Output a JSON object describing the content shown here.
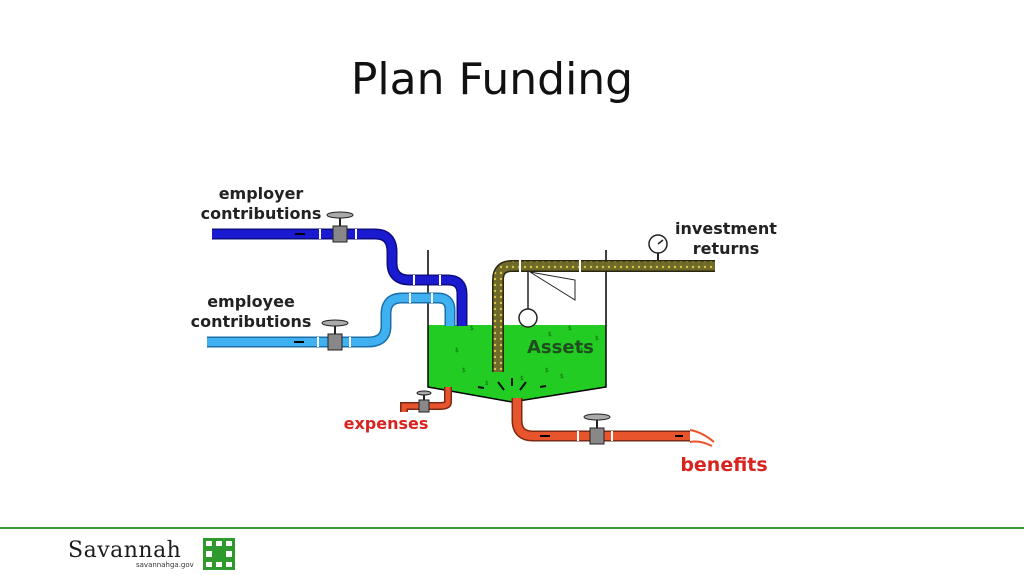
{
  "slide": {
    "title": "Plan Funding"
  },
  "diagram": {
    "labels": {
      "employer_line1": "employer",
      "employer_line2": "contributions",
      "employee_line1": "employee",
      "employee_line2": "contributions",
      "investment_line1": "investment",
      "investment_line2": "returns",
      "assets": "Assets",
      "expenses": "expenses",
      "benefits": "benefits"
    },
    "colors": {
      "employer_pipe": "#1a1ad0",
      "employee_pipe": "#3fb0f0",
      "investment_pipe": "#6f6a2a",
      "outflow_pipe": "#e8542c",
      "tank_fill": "#22cc22",
      "label_red": "#d9231f"
    }
  },
  "footer": {
    "logo_text": "Savannah",
    "logo_sub": "savannahga.gov",
    "accent": "#3a9a3a"
  }
}
